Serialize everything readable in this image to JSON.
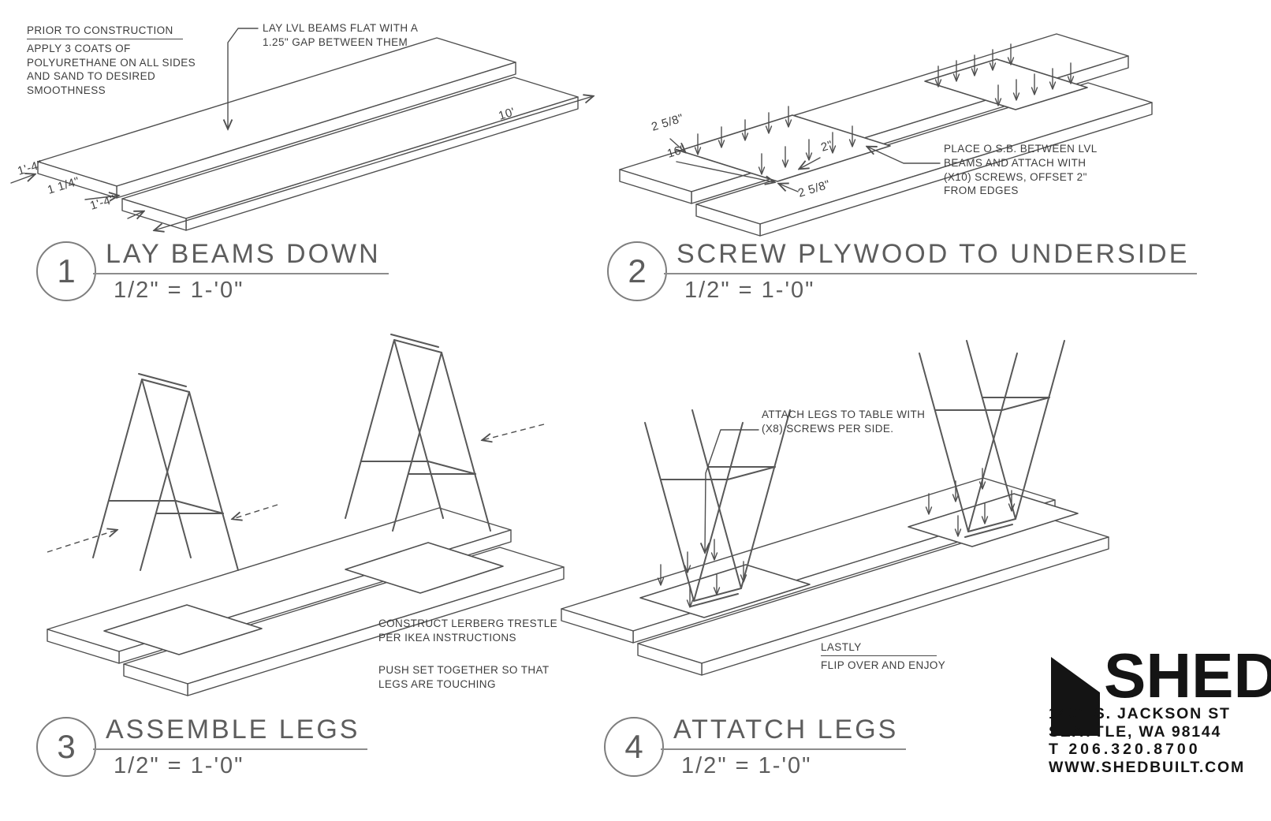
{
  "steps": [
    {
      "number": "1",
      "title": "LAY BEAMS DOWN",
      "scale": "1/2\" = 1-'0\"",
      "note_prior_heading": "PRIOR TO CONSTRUCTION",
      "note_prior_lines": [
        "APPLY 3 COATS OF",
        "POLYURETHANE ON ALL SIDES",
        "AND SAND TO DESIRED",
        "SMOOTHNESS"
      ],
      "note_gap_lines": [
        "LAY LVL BEAMS FLAT WITH A",
        "1.25\" GAP BETWEEN THEM"
      ],
      "dims": {
        "end_width_back": "1'-4\"",
        "gap": "1 1/4\"",
        "end_width_front": "1'-4\"",
        "length": "10'"
      }
    },
    {
      "number": "2",
      "title": "SCREW PLYWOOD TO UNDERSIDE",
      "scale": "1/2\" = 1-'0\"",
      "note_osb_lines": [
        "PLACE O.S.B. BETWEEN LVL",
        "BEAMS AND ATTACH WITH",
        "(X10) SCREWS, OFFSET 2\"",
        "FROM EDGES"
      ],
      "dims": {
        "offset_top": "2 5/8\"",
        "panel_width": "16\"",
        "edge_offset": "2\"",
        "offset_bottom": "2 5/8\""
      }
    },
    {
      "number": "3",
      "title": "ASSEMBLE LEGS",
      "scale": "1/2\" = 1-'0\"",
      "note_construct_lines": [
        "CONSTRUCT LERBERG TRESTLE",
        "PER IKEA INSTRUCTIONS"
      ],
      "note_push_lines": [
        "PUSH SET TOGETHER SO THAT",
        "LEGS ARE TOUCHING"
      ]
    },
    {
      "number": "4",
      "title": "ATTATCH LEGS",
      "scale": "1/2\" = 1-'0\"",
      "note_attach_lines": [
        "ATTACH LEGS TO TABLE WITH",
        "(X8) SCREWS PER SIDE."
      ],
      "note_lastly_heading": "LASTLY",
      "note_lastly_line": "FLIP OVER AND ENJOY"
    }
  ],
  "logo": {
    "name": "SHED",
    "address_line1": "1401 S. JACKSON ST",
    "address_line2": "SEATTLE, WA 98144",
    "phone": "T 206.320.8700",
    "website": "WWW.SHEDBUILT.COM"
  }
}
